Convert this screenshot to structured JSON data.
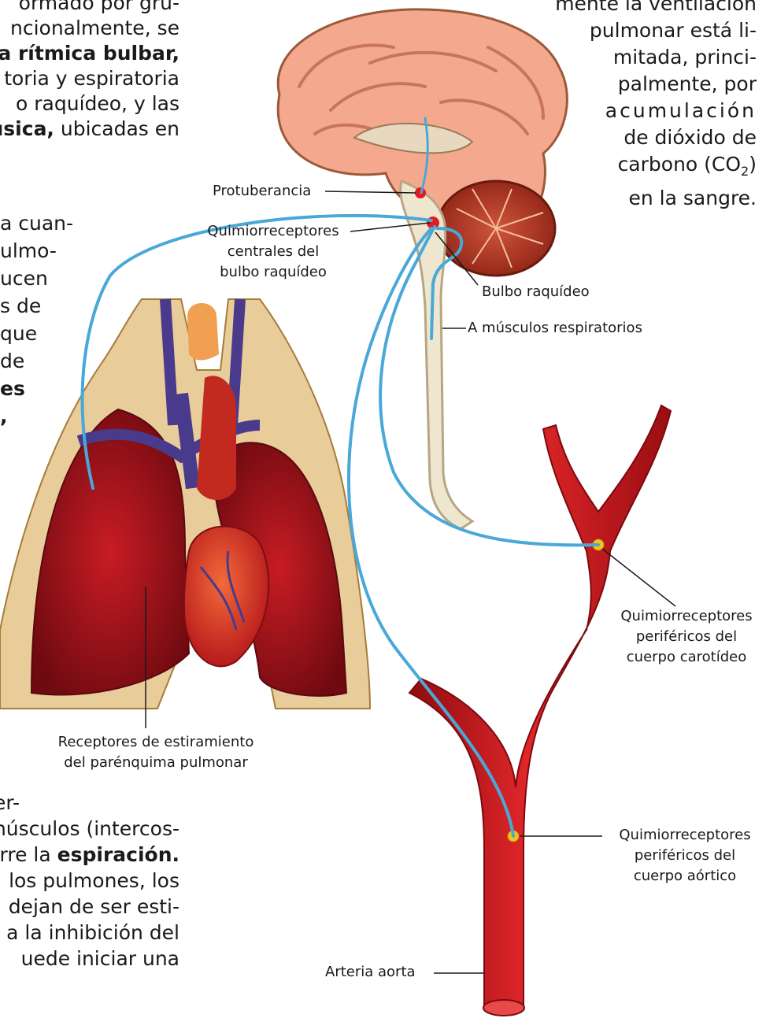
{
  "left_text_top": [
    {
      "pre": "",
      "bold": "",
      "post": "ormado por gru-"
    },
    {
      "pre": "ncionalmente, se",
      "bold": "",
      "post": ""
    },
    {
      "pre": "",
      "bold": "ea rítmica bulbar,",
      "post": ""
    },
    {
      "pre": "toria y espiratoria",
      "bold": "",
      "post": ""
    },
    {
      "pre": "o raquídeo, y las",
      "bold": "",
      "post": ""
    },
    {
      "pre": "",
      "bold": "usica,",
      "post": " ubicadas en"
    }
  ],
  "left_text_middle": [
    {
      "pre": "a cuan-",
      "bold": "",
      "post": ""
    },
    {
      "pre": "ulmo-",
      "bold": "",
      "post": ""
    },
    {
      "pre": "ucen",
      "bold": "",
      "post": ""
    },
    {
      "pre": "s de",
      "bold": "",
      "post": ""
    },
    {
      "pre": "que",
      "bold": "",
      "post": ""
    },
    {
      "pre": "de",
      "bold": "",
      "post": ""
    },
    {
      "pre": "",
      "bold": "es",
      "post": ""
    },
    {
      "pre": "",
      "bold": ",",
      "post": ""
    }
  ],
  "left_text_bottom": [
    {
      "pre": "er-",
      "bold": "",
      "post": ""
    },
    {
      "pre": "núsculos (intercos-",
      "bold": "",
      "post": ""
    },
    {
      "pre": "rre la ",
      "bold": "espiración.",
      "post": ""
    },
    {
      "pre": "los pulmones, los",
      "bold": "",
      "post": ""
    },
    {
      "pre": "dejan de ser esti-",
      "bold": "",
      "post": ""
    },
    {
      "pre": "a la inhibición del",
      "bold": "",
      "post": ""
    },
    {
      "pre": "uede iniciar una",
      "bold": "",
      "post": ""
    }
  ],
  "right_text": [
    "mente la ventilación",
    "pulmonar está li-",
    "mitada, princi-",
    "palmente, por",
    "acumulación",
    "de dióxido de",
    "carbono (CO",
    "en la sangre."
  ],
  "co2_sub": "2",
  "co2_close": ")",
  "labels": {
    "protuberancia": "Protuberancia",
    "quimio_centrales": [
      "Quimiorreceptores",
      "centrales del",
      "bulbo raquídeo"
    ],
    "bulbo": "Bulbo raquídeo",
    "musculos": "A músculos respiratorios",
    "carotideo": [
      "Quimiorreceptores",
      "periféricos del",
      "cuerpo carotídeo"
    ],
    "aortico": [
      "Quimiorreceptores",
      "periféricos del",
      "cuerpo aórtico"
    ],
    "arteria": "Arteria aorta",
    "receptores": [
      "Receptores de estiramiento",
      "del parénquima pulmonar"
    ]
  },
  "colors": {
    "artery_red": "#c8141a",
    "nerve_blue": "#4aa8d8",
    "brain_pink": "#f4a98f",
    "spinal_cream": "#efe6cf",
    "lung_red": "#a8141c",
    "vein_purple": "#4a3a8c"
  }
}
